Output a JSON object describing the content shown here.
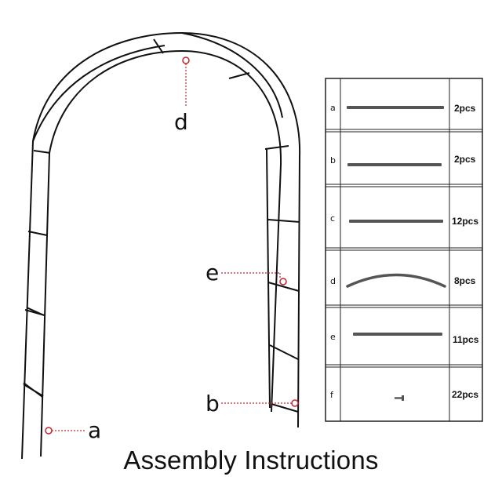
{
  "title": "Assembly Instructions",
  "colors": {
    "frame": "#111111",
    "callout": "#c0272d",
    "part": "#555555",
    "grid": "#222222"
  },
  "callouts": [
    {
      "letter": "d"
    },
    {
      "letter": "e"
    },
    {
      "letter": "b"
    },
    {
      "letter": "a"
    }
  ],
  "parts": [
    {
      "letter": "a",
      "qty": "2pcs",
      "shape": "straight-bar"
    },
    {
      "letter": "b",
      "qty": "2pcs",
      "shape": "straight-bar"
    },
    {
      "letter": "c",
      "qty": "12pcs",
      "shape": "straight-bar"
    },
    {
      "letter": "d",
      "qty": "8pcs",
      "shape": "curved-bar"
    },
    {
      "letter": "e",
      "qty": "11pcs",
      "shape": "straight-bar"
    },
    {
      "letter": "f",
      "qty": "22pcs",
      "shape": "small-bolt"
    }
  ]
}
